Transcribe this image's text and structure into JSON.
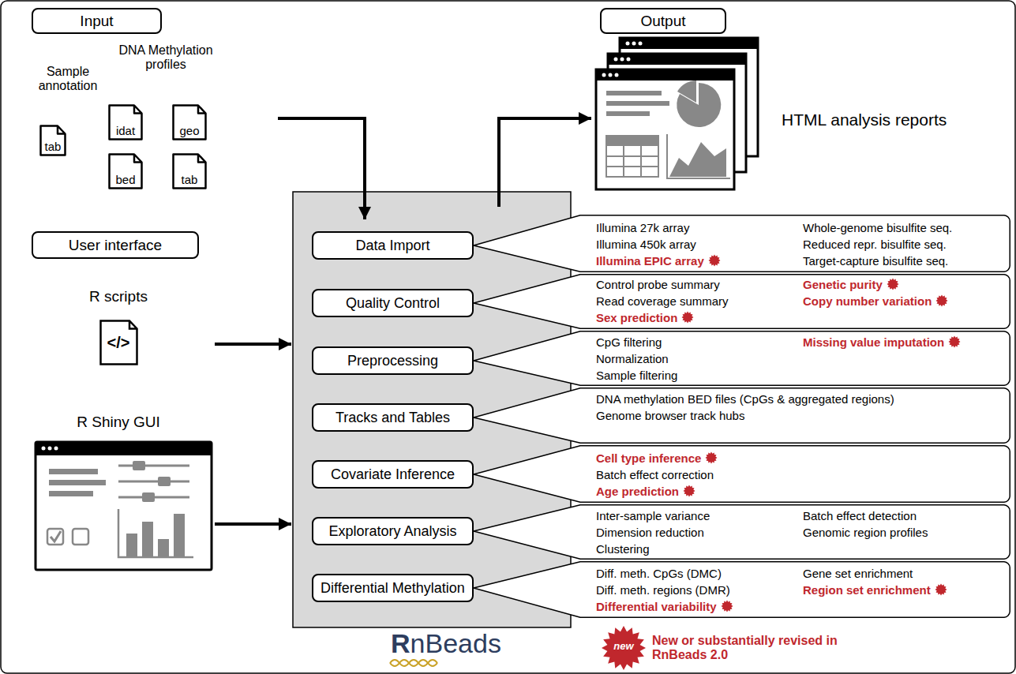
{
  "diagram": {
    "nodes": [
      {
        "text": [
          "Input"
        ]
      },
      {
        "text": [
          "Output"
        ]
      },
      {
        "text": [
          "tab"
        ]
      },
      {
        "text": [
          "idat"
        ]
      },
      {
        "text": [
          "geo"
        ]
      },
      {
        "text": [
          "bed"
        ]
      },
      {
        "text": [
          "tab"
        ]
      },
      {
        "text": [
          "User interface"
        ]
      },
      {
        "text": [
          "</>"
        ]
      },
      {
        "text": [
          "Data Import"
        ]
      },
      {
        "text": [
          "Quality Control"
        ]
      },
      {
        "text": [
          "Preprocessing"
        ]
      },
      {
        "text": [
          "Tracks and Tables"
        ]
      },
      {
        "text": [
          "Covariate Inference"
        ]
      },
      {
        "text": [
          "Exploratory Analysis"
        ]
      },
      {
        "text": [
          "Differential Methylation"
        ]
      },
      {
        "text": [
          "Illumina 27k array",
          "Illumina 450k array",
          "Illumina EPIC array",
          "Whole-genome bisulfite seq.",
          "Reduced repr. bisulfite seq.",
          "Target-capture bisulfite seq."
        ]
      },
      {
        "text": [
          "Control probe summary",
          "Read coverage summary",
          "Sex prediction",
          "Genetic purity",
          "Copy number variation"
        ]
      },
      {
        "text": [
          "CpG filtering",
          "Normalization",
          "Sample filtering",
          "Missing value imputation"
        ]
      },
      {
        "text": [
          "DNA methylation BED files (CpGs & aggregated regions)",
          "Genome browser track hubs"
        ]
      },
      {
        "text": [
          "Cell type inference",
          "Batch effect correction",
          "Age prediction"
        ]
      },
      {
        "text": [
          "Inter-sample variance",
          "Dimension reduction",
          "Clustering",
          "Batch effect detection",
          "Genomic region profiles"
        ]
      },
      {
        "text": [
          "Diff. meth. CpGs (DMC)",
          "Diff. meth. regions (DMR)",
          "Differential variability",
          "Gene set enrichment",
          "Region set enrichment"
        ]
      }
    ],
    "labels": [
      "Sample annotation",
      "DNA Methylation profiles",
      "HTML analysis reports",
      "R scripts",
      "R Shiny GUI",
      "RnBeads",
      "new"
    ],
    "legend": [
      {
        "text": "New or substantially revised in RnBeads 2.0"
      }
    ]
  }
}
